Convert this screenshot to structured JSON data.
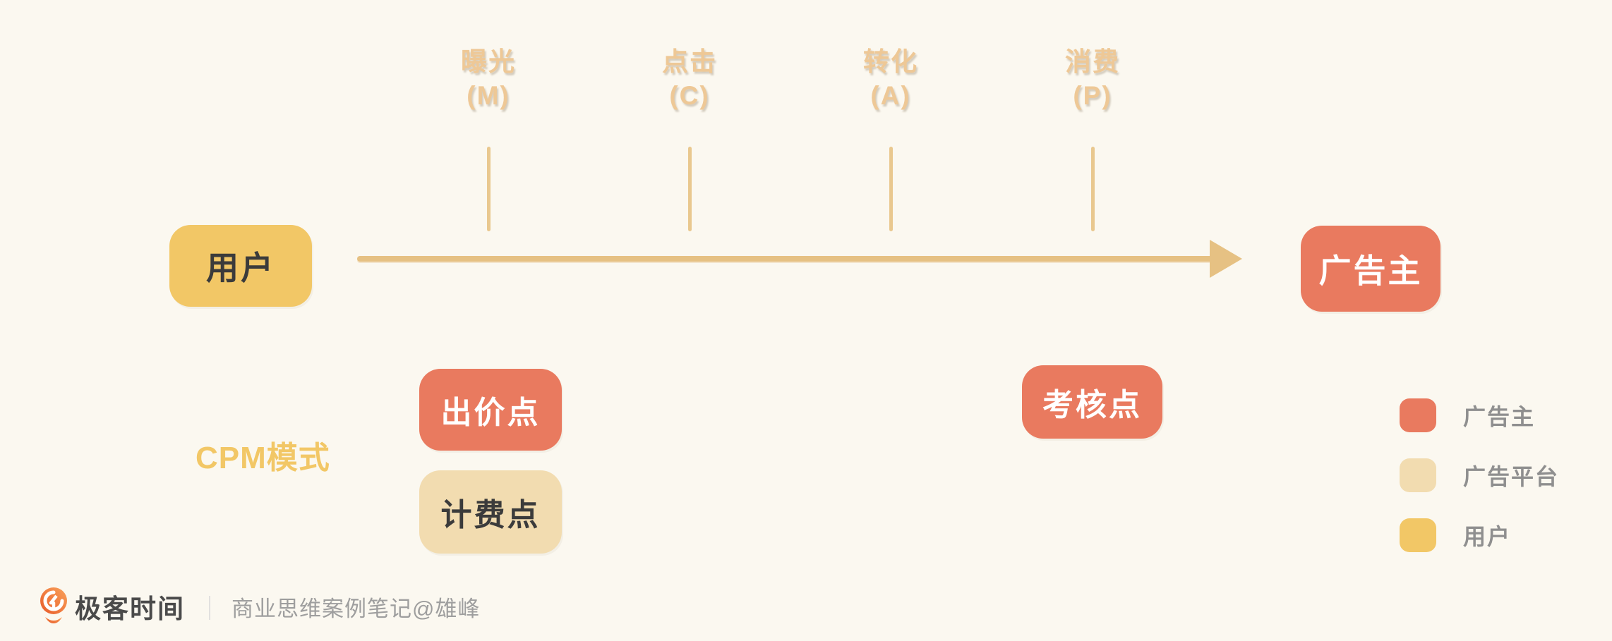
{
  "colors": {
    "background": "#fbf8f0",
    "advertiser": "#e97a5f",
    "platform": "#f2dcb0",
    "user": "#f2c766",
    "timeline": "#e6c183",
    "stage_label": "#eec896",
    "legend_text": "#8f8f8f"
  },
  "stages": [
    {
      "label": "曝光",
      "code": "(M)"
    },
    {
      "label": "点击",
      "code": "(C)"
    },
    {
      "label": "转化",
      "code": "(A)"
    },
    {
      "label": "消费",
      "code": "(P)"
    }
  ],
  "nodes": {
    "start": "用户",
    "end": "广告主"
  },
  "mode": {
    "label": "CPM模式"
  },
  "markers": {
    "bid": "出价点",
    "billing": "计费点",
    "assessment": "考核点"
  },
  "legend": {
    "items": [
      {
        "label": "广告主",
        "color": "#e97a5f"
      },
      {
        "label": "广告平台",
        "color": "#f2dcb0"
      },
      {
        "label": "用户",
        "color": "#f2c766"
      }
    ]
  },
  "footer": {
    "brand": "极客时间",
    "divider": "｜",
    "caption": "商业思维案例笔记@雄峰"
  }
}
